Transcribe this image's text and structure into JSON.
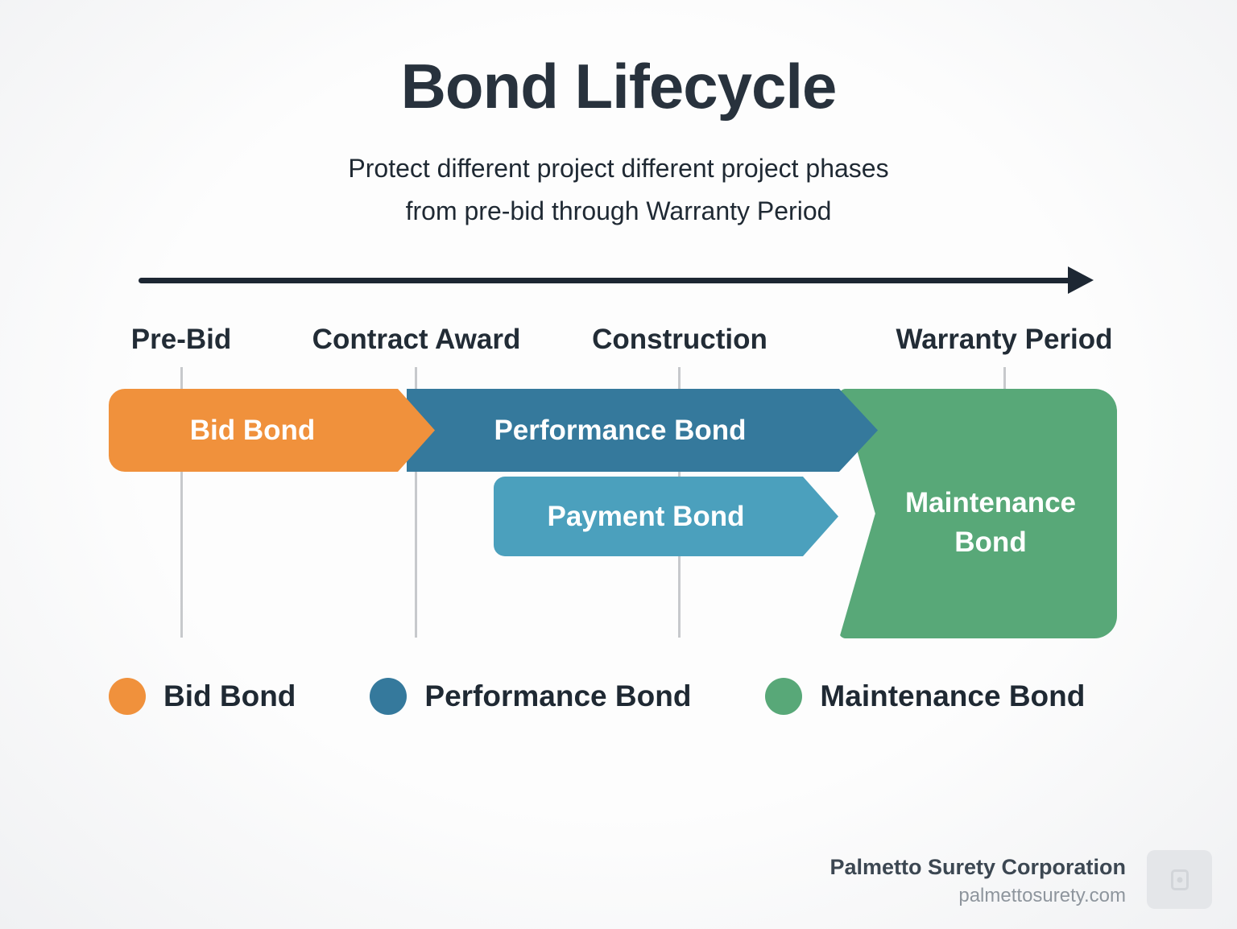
{
  "title": "Bond Lifecycle",
  "subtitle": {
    "line1": "Protect different project different project phases",
    "line2": "from pre-bid through Warranty Period"
  },
  "phases": [
    {
      "label": "Pre-Bid"
    },
    {
      "label": "Contract Award"
    },
    {
      "label": "Construction"
    },
    {
      "label": "Warranty Period"
    }
  ],
  "bonds": {
    "bid": {
      "label": "Bid Bond",
      "color": "#F0913C"
    },
    "performance": {
      "label": "Performance Bond",
      "color": "#35799C"
    },
    "payment": {
      "label": "Payment Bond",
      "color": "#4BA0BD"
    },
    "maintenance": {
      "label": "Maintenance Bond",
      "color": "#58A878"
    }
  },
  "legend": [
    {
      "label": "Bid Bond",
      "color": "#F0913C"
    },
    {
      "label": "Performance Bond",
      "color": "#35799C"
    },
    {
      "label": "Maintenance Bond",
      "color": "#58A878"
    }
  ],
  "footer": {
    "company": "Palmetto Surety Corporation",
    "website": "palmettosurety.com"
  }
}
